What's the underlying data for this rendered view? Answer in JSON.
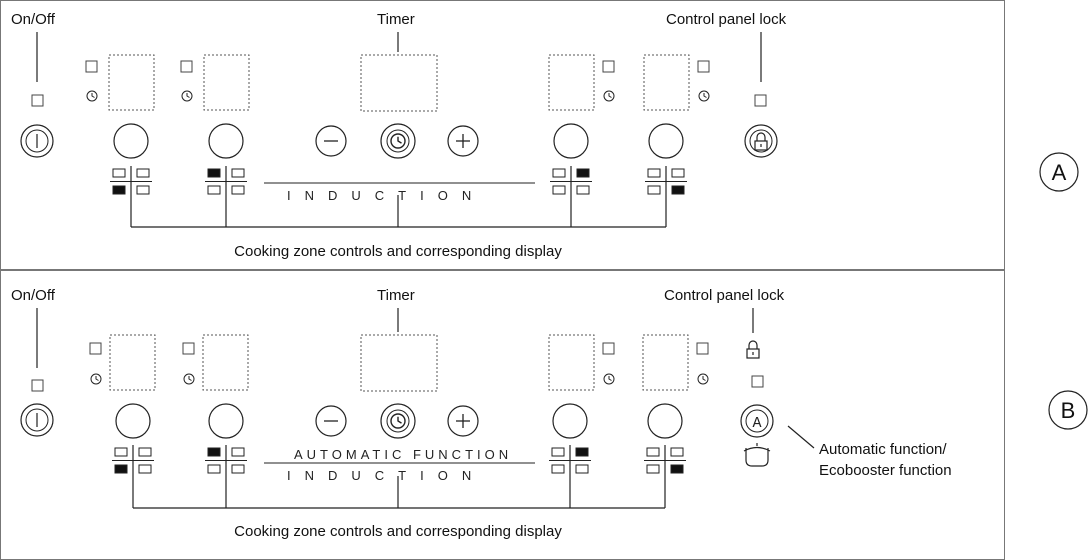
{
  "panel_a": {
    "label_on_off": "On/Off",
    "label_timer": "Timer",
    "label_lock": "Control panel lock",
    "label_induction": "INDUCTION",
    "label_cooking": "Cooking zone controls and corresponding display",
    "letter": "A"
  },
  "panel_b": {
    "label_on_off": "On/Off",
    "label_timer": "Timer",
    "label_lock": "Control panel lock",
    "label_automatic": "AUTOMATIC FUNCTION",
    "label_induction": "INDUCTION",
    "label_cooking": "Cooking zone controls and corresponding display",
    "label_auto_line1": "Automatic function/",
    "label_auto_line2": "Ecobooster function",
    "display_glyph": "A",
    "letter": "B"
  },
  "icons": {
    "power": "power-icon",
    "clock": "clock-icon",
    "minus": "minus-icon",
    "plus": "plus-icon",
    "lock": "lock-icon",
    "pot": "pot-icon"
  }
}
